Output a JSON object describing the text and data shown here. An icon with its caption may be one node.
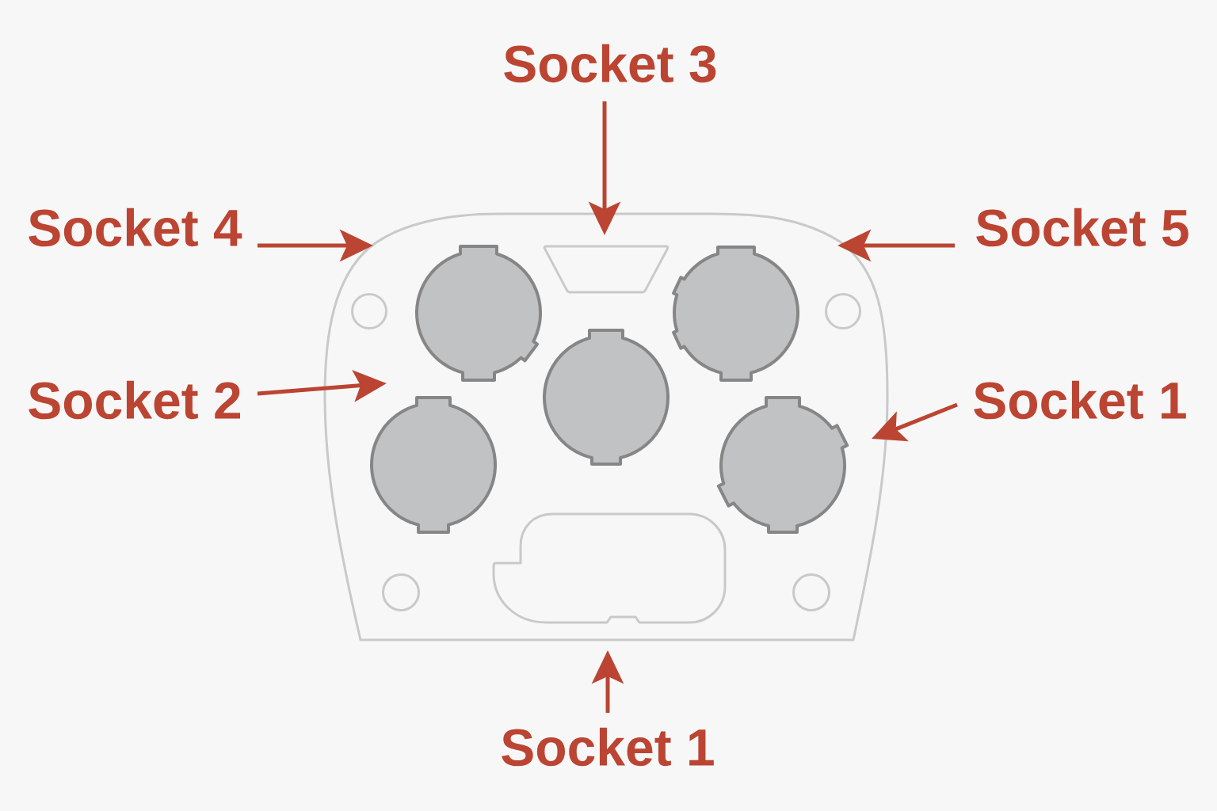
{
  "diagram": {
    "nodes": [
      {
        "text": [
          "Socket 3"
        ]
      },
      {
        "text": [
          "Socket 4"
        ]
      },
      {
        "text": [
          "Socket 5"
        ]
      },
      {
        "text": [
          "Socket 2"
        ]
      },
      {
        "text": [
          "Socket 1"
        ]
      },
      {
        "text": [],
        "shape": "picture"
      },
      {
        "text": [
          "Socket 1"
        ]
      },
      {
        "text": [],
        "shape": "circle",
        "in": 5
      },
      {
        "text": [],
        "shape": "circle",
        "in": 5
      },
      {
        "text": [],
        "shape": "trapezoid",
        "in": 5
      },
      {
        "text": [],
        "shape": "circle",
        "in": 5
      },
      {
        "text": [],
        "shape": "circle",
        "in": 5
      },
      {
        "text": [],
        "shape": "circle",
        "in": 5
      },
      {
        "text": [],
        "shape": "circle",
        "in": 5
      },
      {
        "text": [],
        "shape": "circle",
        "in": 5
      },
      {
        "text": [],
        "shape": "box",
        "in": 5
      },
      {
        "text": [],
        "shape": "circle",
        "in": 5
      },
      {
        "text": [],
        "shape": "circle",
        "in": 5
      }
    ],
    "edges": [
      {
        "from": 0,
        "to": 5,
        "arrow": "to"
      },
      {
        "from": 1,
        "to": 5,
        "arrow": "to"
      },
      {
        "from": 2,
        "to": 5,
        "arrow": "to"
      },
      {
        "from": 3,
        "to": 13,
        "arrow": "to"
      },
      {
        "from": 4,
        "to": 5,
        "arrow": "to"
      },
      {
        "from": 6,
        "to": 5,
        "arrow": "to"
      }
    ]
  }
}
